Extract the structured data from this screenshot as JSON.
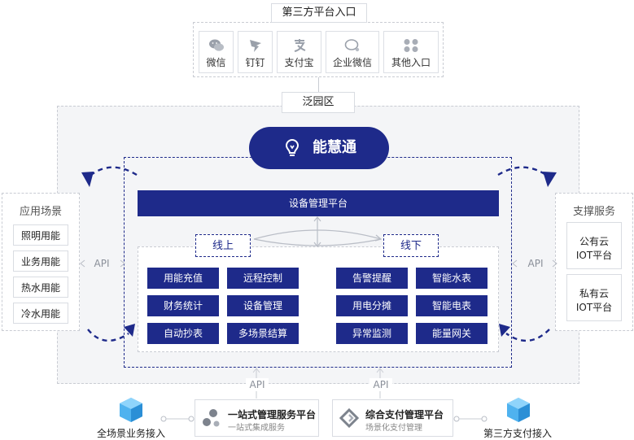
{
  "third_party": {
    "title": "第三方平台入口",
    "entries": [
      {
        "label": "微信",
        "icon": "wechat-icon"
      },
      {
        "label": "钉钉",
        "icon": "dingtalk-icon"
      },
      {
        "label": "支付宝",
        "icon": "alipay-icon"
      },
      {
        "label": "企业微信",
        "icon": "wecom-icon"
      },
      {
        "label": "其他入口",
        "icon": "grid-icon"
      }
    ]
  },
  "park": {
    "label": "泛园区"
  },
  "brand": {
    "name": "能慧通"
  },
  "platform": {
    "label": "设备管理平台"
  },
  "online": {
    "label": "线上",
    "tiles": [
      "用能充值",
      "远程控制",
      "财务统计",
      "设备管理",
      "自动抄表",
      "多场景结算"
    ]
  },
  "offline": {
    "label": "线下",
    "tiles": [
      "告警提醒",
      "智能水表",
      "用电分摊",
      "智能电表",
      "异常监测",
      "能量网关"
    ]
  },
  "scenarios": {
    "title": "应用场景",
    "items": [
      "照明用能",
      "业务用能",
      "热水用能",
      "冷水用能"
    ]
  },
  "support": {
    "title": "支撑服务",
    "items": [
      {
        "line1": "公有云",
        "line2": "IOT平台"
      },
      {
        "line1": "私有云",
        "line2": "IOT平台"
      }
    ]
  },
  "api_label": "API",
  "bottom": {
    "left_label": "全场景业务接入",
    "right_label": "第三方支付接入",
    "service1": {
      "title": "一站式管理服务平台",
      "subtitle": "一站式集成服务"
    },
    "service2": {
      "title": "综合支付管理平台",
      "subtitle": "场景化支付管理"
    }
  },
  "colors": {
    "primary": "#1e2a8a",
    "zone": "#f4f5f7",
    "api": "#8a8f99"
  }
}
